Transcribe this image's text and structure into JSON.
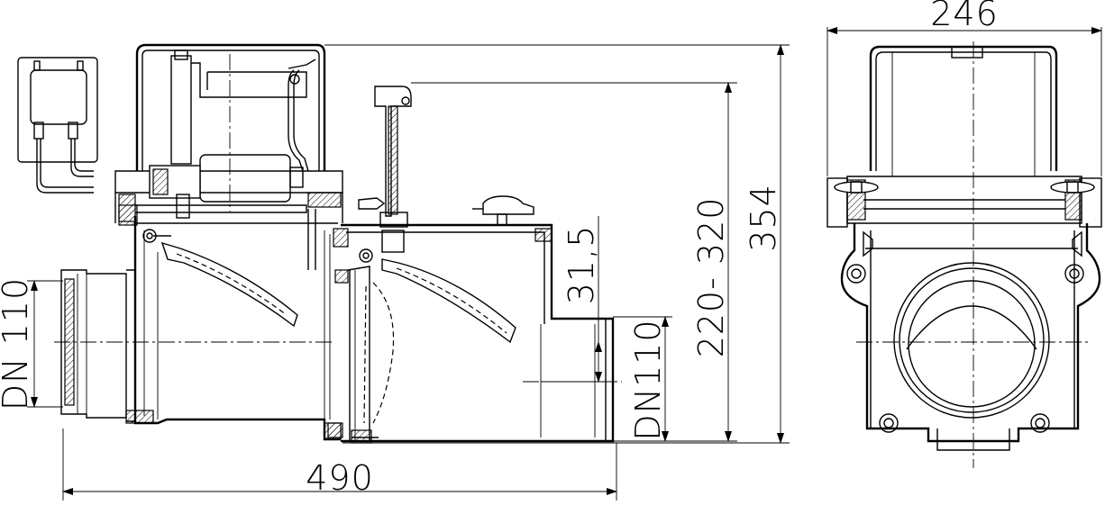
{
  "dimensions": {
    "total_length": "490",
    "total_height": "354",
    "height_range": "220- 320",
    "offset": "31,5",
    "inlet_dn": "DN 110",
    "outlet_dn": "DN110",
    "side_width": "246"
  },
  "icons": {
    "control_box": "control-box-icon",
    "motor": "motor-icon",
    "flap": "flap-icon"
  }
}
